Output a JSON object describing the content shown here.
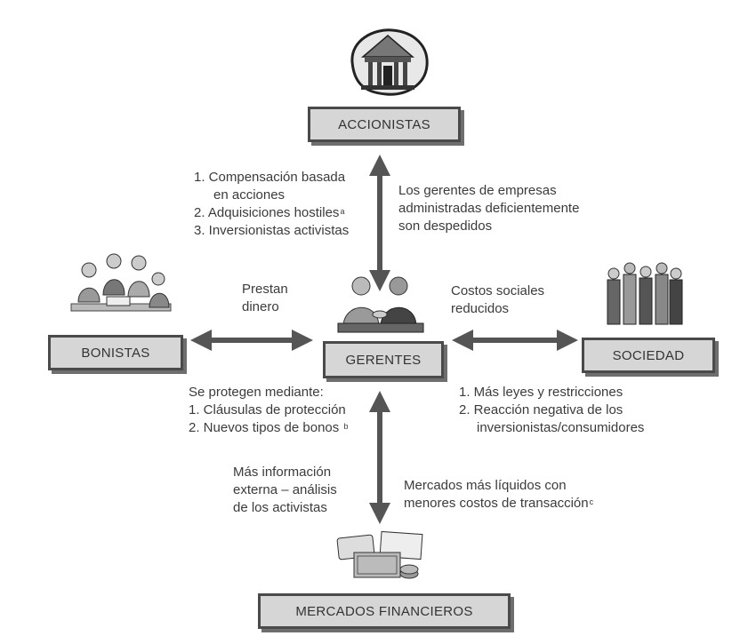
{
  "boxes": {
    "accionistas": "ACCIONISTAS",
    "bonistas": "BONISTAS",
    "gerentes": "GERENTES",
    "sociedad": "SOCIEDAD",
    "mercados": "MERCADOS FINANCIEROS"
  },
  "accionistas_left": {
    "l1": "1. Compensación basada",
    "l1b": "en acciones",
    "l2": "2. Adquisiciones hostiles",
    "l2_sup": "a",
    "l3": "3. Inversionistas activistas"
  },
  "accionistas_right": {
    "l1": "Los gerentes de empresas",
    "l2": "administradas deficientemente",
    "l3": "son  despedidos"
  },
  "bonistas_label": {
    "l1": "Prestan",
    "l2": "dinero"
  },
  "sociedad_label": {
    "l1": "Costos sociales",
    "l2": "reducidos"
  },
  "bonistas_below": {
    "l0": "Se protegen mediante:",
    "l1": "1. Cláusulas de protección",
    "l2": "2. Nuevos tipos de bonos",
    "l2_sup": "b"
  },
  "sociedad_below": {
    "l1": "1. Más leyes y restricciones",
    "l2": "2. Reacción negativa de los",
    "l2b": "inversionistas/consumidores"
  },
  "mercados_left": {
    "l1": "Más información",
    "l2": "externa – análisis",
    "l3": "de los activistas"
  },
  "mercados_right": {
    "l1": "Mercados más líquidos con",
    "l2": "menores costos de transacción",
    "l2_sup": "c"
  },
  "colors": {
    "box_fill": "#d6d6d6",
    "box_border": "#4a4a4a",
    "arrow": "#555555"
  },
  "icons": [
    "building-illustration",
    "bondholders-group-illustration",
    "managers-handshake-illustration",
    "society-crowd-illustration",
    "money-cards-illustration"
  ]
}
